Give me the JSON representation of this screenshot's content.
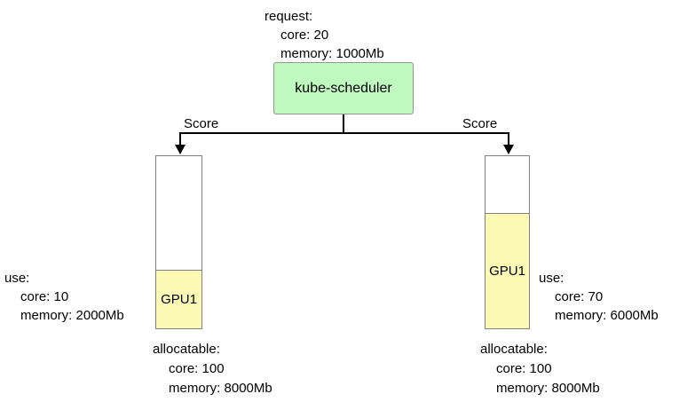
{
  "diagram": {
    "request": {
      "title": "request:",
      "lines": [
        "core: 20",
        "memory: 1000Mb"
      ]
    },
    "scheduler": {
      "label": "kube-scheduler"
    },
    "edges": [
      {
        "label": "Score"
      },
      {
        "label": "Score"
      }
    ],
    "nodes": [
      {
        "gpu": "GPU1",
        "use": {
          "title": "use:",
          "lines": [
            "core: 10",
            "memory: 2000Mb"
          ]
        },
        "allocatable": {
          "title": "allocatable:",
          "lines": [
            "core: 100",
            "memory: 8000Mb"
          ]
        }
      },
      {
        "gpu": "GPU1",
        "use": {
          "title": "use:",
          "lines": [
            "core: 70",
            "memory: 6000Mb"
          ]
        },
        "allocatable": {
          "title": "allocatable:",
          "lines": [
            "core: 100",
            "memory: 8000Mb"
          ]
        }
      }
    ]
  },
  "colors": {
    "background": "#ffffff",
    "text": "#000000",
    "line": "#000000",
    "scheduler_fill": "#bff9bf",
    "scheduler_border": "#949494",
    "gpu_fill": "#fcf9b5",
    "node_border": "#7f7f7f"
  }
}
